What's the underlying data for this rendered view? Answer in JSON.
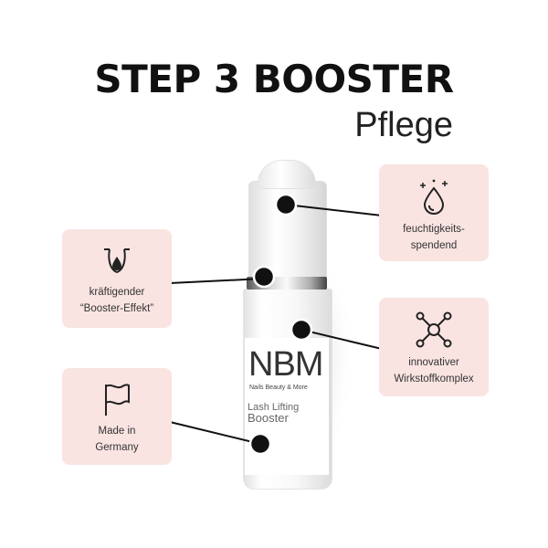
{
  "heading": {
    "title": "STEP 3 BOOSTER",
    "subtitle": "Pflege"
  },
  "product": {
    "brand": "NBM",
    "brand_sub": "Nails Beauty & More",
    "name_line1": "Lash Lifting",
    "name_line2": "Booster"
  },
  "features": [
    {
      "icon": "water-drop-sparkle-icon",
      "line1": "feuchtigkeits-",
      "line2": "spendend"
    },
    {
      "icon": "lash-drop-icon",
      "line1": "kräftigender",
      "line2": "“Booster-Effekt”"
    },
    {
      "icon": "molecule-icon",
      "line1": "innovativer",
      "line2": "Wirkstoffkomplex"
    },
    {
      "icon": "flag-icon",
      "line1": "Made in",
      "line2": "Germany"
    }
  ],
  "colors": {
    "card": "#f9e4e2",
    "dot": "#111111",
    "text": "#333333"
  }
}
